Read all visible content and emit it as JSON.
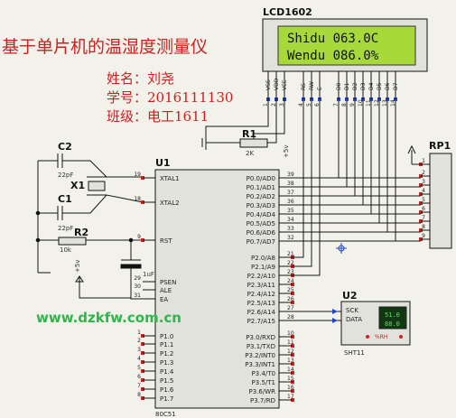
{
  "title": "基于单片机的温湿度测量仪",
  "info": {
    "name": "姓名：刘尧",
    "id": "学号：2016111130",
    "class": "班级：电工1611"
  },
  "watermark": "www.dzkfw.com.cn",
  "lcd": {
    "label": "LCD1602",
    "line1": "Shidu 063.0C",
    "line2": "Wendu 086.0%",
    "pins": [
      "VSS",
      "VDD",
      "VEE",
      "RS",
      "RW",
      "E",
      "D0",
      "D1",
      "D2",
      "D3",
      "D4",
      "D5",
      "D6",
      "D7"
    ],
    "pin_numbers": [
      "1",
      "2",
      "3",
      "4",
      "5",
      "6",
      "7",
      "8",
      "9",
      "10",
      "11",
      "12",
      "13",
      "14"
    ]
  },
  "r1": {
    "label": "R1",
    "value": "2K"
  },
  "rp1": {
    "label": "RP1",
    "pin_numbers": [
      "1",
      "2",
      "3",
      "4",
      "5",
      "6",
      "7",
      "8",
      "9"
    ]
  },
  "u1": {
    "label": "U1",
    "part": "80C51",
    "left_pins": [
      {
        "num": "19",
        "name": "XTAL1"
      },
      {
        "num": "18",
        "name": "XTAL2"
      },
      {
        "num": "9",
        "name": "RST"
      },
      {
        "num": "29",
        "name": "PSEN"
      },
      {
        "num": "30",
        "name": "ALE"
      },
      {
        "num": "31",
        "name": "EA"
      },
      {
        "num": "1",
        "name": "P1.0"
      },
      {
        "num": "2",
        "name": "P1.1"
      },
      {
        "num": "3",
        "name": "P1.2"
      },
      {
        "num": "4",
        "name": "P1.3"
      },
      {
        "num": "5",
        "name": "P1.4"
      },
      {
        "num": "6",
        "name": "P1.5"
      },
      {
        "num": "7",
        "name": "P1.6"
      },
      {
        "num": "8",
        "name": "P1.7"
      }
    ],
    "right_pins": [
      {
        "num": "39",
        "name": "P0.0/AD0"
      },
      {
        "num": "38",
        "name": "P0.1/AD1"
      },
      {
        "num": "37",
        "name": "P0.2/AD2"
      },
      {
        "num": "36",
        "name": "P0.3/AD3"
      },
      {
        "num": "35",
        "name": "P0.4/AD4"
      },
      {
        "num": "34",
        "name": "P0.5/AD5"
      },
      {
        "num": "33",
        "name": "P0.6/AD6"
      },
      {
        "num": "32",
        "name": "P0.7/AD7"
      },
      {
        "num": "21",
        "name": "P2.0/A8"
      },
      {
        "num": "22",
        "name": "P2.1/A9"
      },
      {
        "num": "23",
        "name": "P2.2/A10"
      },
      {
        "num": "24",
        "name": "P2.3/A11"
      },
      {
        "num": "25",
        "name": "P2.4/A12"
      },
      {
        "num": "26",
        "name": "P2.5/A13"
      },
      {
        "num": "27",
        "name": "P2.6/A14"
      },
      {
        "num": "28",
        "name": "P2.7/A15"
      },
      {
        "num": "10",
        "name": "P3.0/RXD"
      },
      {
        "num": "11",
        "name": "P3.1/TXD"
      },
      {
        "num": "12",
        "name": "P3.2/INT0"
      },
      {
        "num": "13",
        "name": "P3.3/INT1"
      },
      {
        "num": "14",
        "name": "P3.4/T0"
      },
      {
        "num": "15",
        "name": "P3.5/T1"
      },
      {
        "num": "16",
        "name": "P3.6/WR"
      },
      {
        "num": "17",
        "name": "P3.7/RD"
      }
    ]
  },
  "c2": {
    "label": "C2",
    "value": "22pF"
  },
  "c1": {
    "label": "C1",
    "value": "22pF"
  },
  "x1": {
    "label": "X1"
  },
  "r2": {
    "label": "R2",
    "value": "10k"
  },
  "c3": {
    "value": "1uF"
  },
  "vcc_label": "+5v",
  "u2": {
    "label": "U2",
    "part": "SHT11",
    "sck": "SCK",
    "data": "DATA",
    "val1": "51.0",
    "val2": "88.0",
    "rh": "%RH"
  }
}
